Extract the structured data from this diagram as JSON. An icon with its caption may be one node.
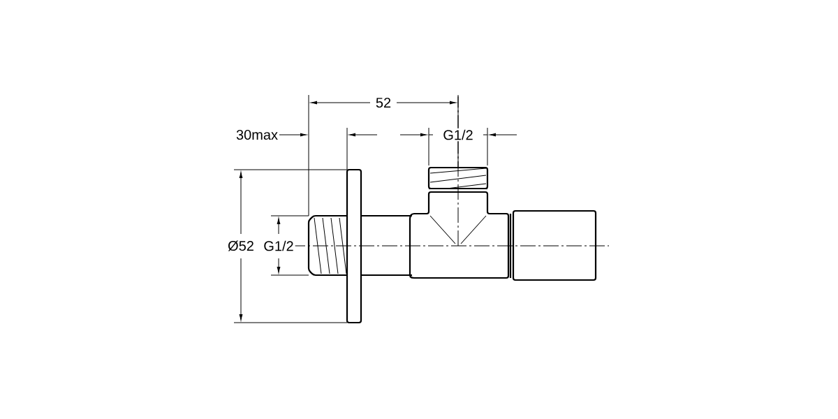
{
  "diagram": {
    "labels": [
      "52",
      "30max",
      "G1/2",
      "Ø52",
      "G1/2"
    ]
  }
}
